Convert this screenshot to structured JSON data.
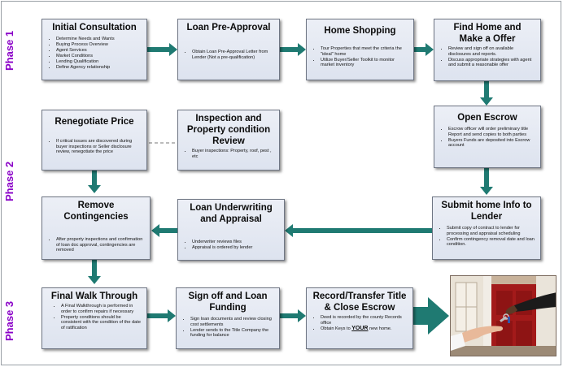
{
  "phases": [
    "Phase 1",
    "Phase 2",
    "Phase 3"
  ],
  "boxes": {
    "initial_consultation": {
      "title": "Initial Consultation",
      "items": [
        "Determine Needs and Wants",
        "Buying Process Overview",
        "Agent Services",
        "Market Conditions",
        "Lending Qualification",
        "Define Agency relationship"
      ]
    },
    "loan_preapproval": {
      "title": "Loan Pre-Approval",
      "items": [
        "Obtain Loan Pre-Approval Letter from Lender (Not a pre-qualification)"
      ]
    },
    "home_shopping": {
      "title": "Home Shopping",
      "items": [
        "Tour Properties that meet the criteria the \"ideal\" home",
        "Utilize Buyer/Seller Toolkit to monitor market inventory"
      ]
    },
    "find_home": {
      "title": "Find Home and Make a Offer",
      "items": [
        "Review and sign off on available disclosures and reports.",
        "Discuss appropriate strategies with agent and submit a reasonable offer"
      ]
    },
    "renegotiate": {
      "title": "Renegotiate Price",
      "items": [
        "If critical issues are discovered during buyer inspections or Seller disclosure review, renegotiate the price"
      ]
    },
    "inspection": {
      "title": "Inspection and Property condition Review",
      "items": [
        "Buyer inspections: Property, roof, pest , etc"
      ]
    },
    "open_escrow": {
      "title": "Open Escrow",
      "items": [
        "Escrow officer will order preliminary title Report and send copies to both parties",
        "Buyers Funds are deposited into Escrow account"
      ]
    },
    "remove_contingencies": {
      "title": "Remove Contingencies",
      "items": [
        "After property inspections and confirmation of loan doc approval, contingencies are removed"
      ]
    },
    "loan_underwriting": {
      "title": "Loan Underwriting and Appraisal",
      "items": [
        "Underwriter reviews files",
        "Appraisal is ordered by lender"
      ]
    },
    "submit_home_info": {
      "title": "Submit home Info to Lender",
      "items": [
        "Submit copy of contract to lender for processing and appraisal scheduling",
        "Confirm contingency removal date and loan condition."
      ]
    },
    "final_walk": {
      "title": "Final Walk Through",
      "items": [
        "A Final Walkthrough is performed in order to confirm repairs if necessary",
        "Property conditions should be consistent with the condition of the date of ratification"
      ]
    },
    "signoff": {
      "title": "Sign off and Loan Funding",
      "items": [
        "Sign loan documents and review closing cost settlements",
        "Lender sends to the Title Company the funding for balance"
      ]
    },
    "record_transfer": {
      "title": "Record/Transfer Title & Close Escrow",
      "items": [
        "Deed is recorded by the county Records office"
      ],
      "keys_prefix": "Obtain Keys to ",
      "keys_emphasis": "YOUR",
      "keys_suffix": " new home."
    }
  },
  "colors": {
    "arrow": "#1f7a72",
    "phase_label": "#8a00c8",
    "box_fill": "#e4e8f2"
  },
  "image": {
    "subject": "hand handing house keys to another hand in front of a red front door"
  }
}
